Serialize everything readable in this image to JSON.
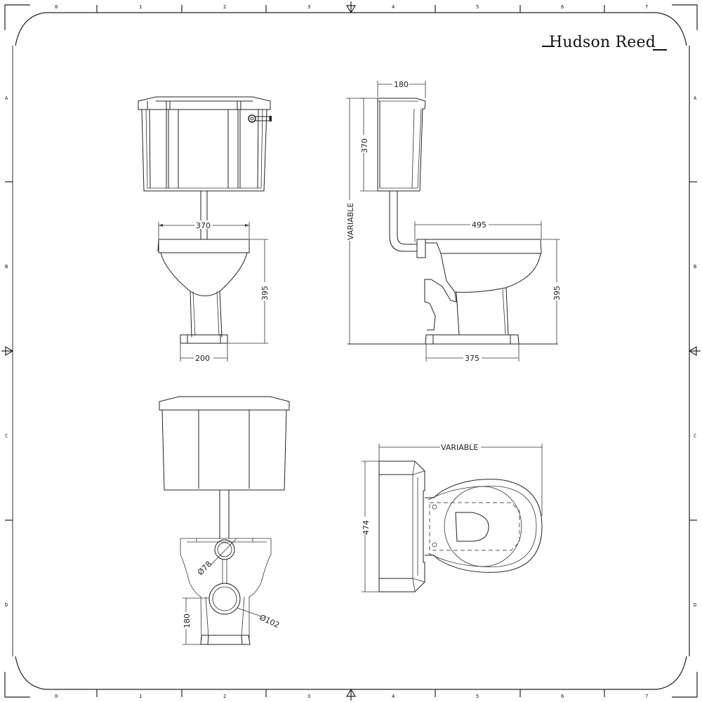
{
  "brand": {
    "name": "Hudson Reed"
  },
  "grid": {
    "columns": [
      "0",
      "1",
      "2",
      "3",
      "4",
      "5",
      "6",
      "7"
    ],
    "rows": [
      "A",
      "B",
      "C",
      "D"
    ]
  },
  "views": {
    "front": {
      "width_label": "370",
      "height_label": "395",
      "base_label": "200"
    },
    "side": {
      "cistern_depth_label": "180",
      "cistern_height_label": "370",
      "overall_height_label": "VARIABLE",
      "pan_projection_label": "495",
      "pan_height_label": "395",
      "base_depth_label": "375"
    },
    "rear": {
      "inlet_label": "Ø78",
      "outlet_label": "Ø102",
      "outlet_height_label": "180"
    },
    "plan": {
      "length_label": "VARIABLE",
      "width_label": "474"
    }
  }
}
